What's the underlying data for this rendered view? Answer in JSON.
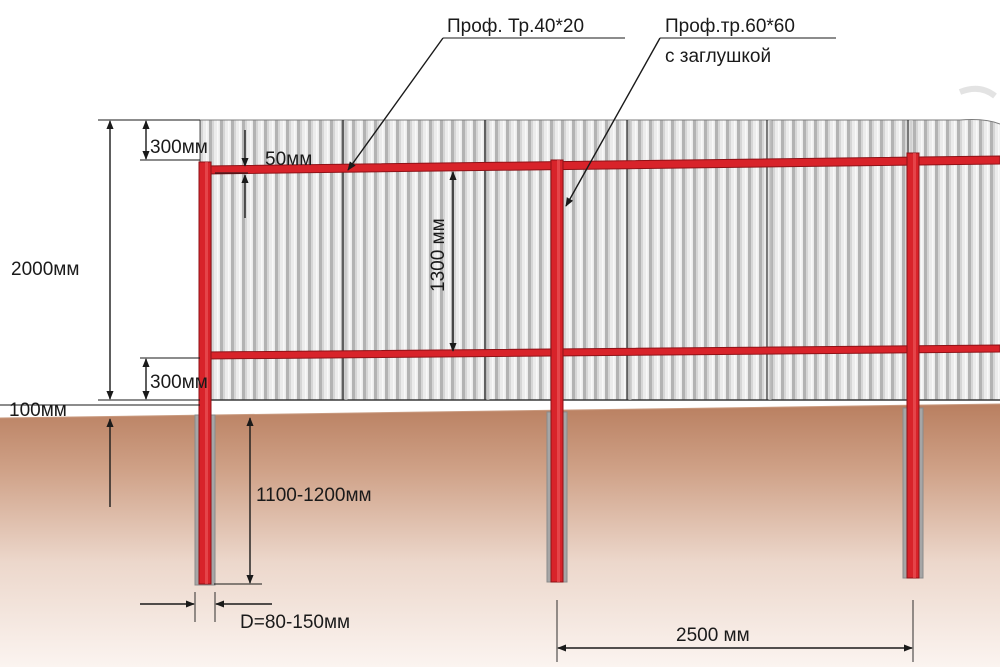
{
  "labels": {
    "profile_rail": "Проф. Тр.40*20",
    "profile_post_line1": "Проф.тр.60*60",
    "profile_post_line2": "с заглушкой",
    "height_total": "2000мм",
    "top_offset": "300мм",
    "rail_gap": "50мм",
    "rail_spacing": "1300 мм",
    "bottom_offset": "300мм",
    "ground_gap": "100мм",
    "depth": "1100-1200мм",
    "diameter": "D=80-150мм",
    "post_spacing": "2500 мм"
  },
  "colors": {
    "steel_red": "#d8232a",
    "steel_red_dark": "#8e1217",
    "sheet_light": "#eeeeee",
    "sheet_rib": "#a9a9a9",
    "soil_top": "#b97f60",
    "soil_bottom": "#faf1ec",
    "concrete": "#a4a4a4"
  }
}
